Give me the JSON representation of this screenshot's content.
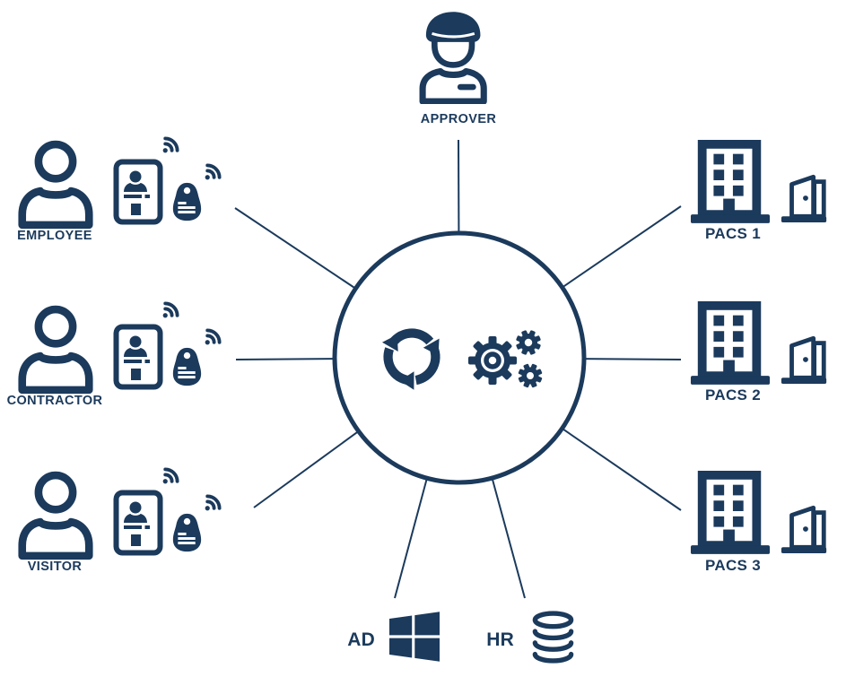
{
  "colors": {
    "primary": "#1b3a5c",
    "background": "#ffffff"
  },
  "hub": {
    "icons": [
      "recycle-icon",
      "gears-icon"
    ]
  },
  "approver": {
    "label": "APPROVER",
    "icon": "security-guard-icon"
  },
  "identities": [
    {
      "label": "EMPLOYEE",
      "icons": [
        "person-icon",
        "id-badge-icon",
        "wifi-icon",
        "key-fob-icon",
        "wifi-icon"
      ]
    },
    {
      "label": "CONTRACTOR",
      "icons": [
        "person-icon",
        "id-badge-icon",
        "wifi-icon",
        "key-fob-icon",
        "wifi-icon"
      ]
    },
    {
      "label": "VISITOR",
      "icons": [
        "person-icon",
        "id-badge-icon",
        "wifi-icon",
        "key-fob-icon",
        "wifi-icon"
      ]
    }
  ],
  "pacs": [
    {
      "label": "PACS 1",
      "icons": [
        "building-icon",
        "open-door-icon"
      ]
    },
    {
      "label": "PACS 2",
      "icons": [
        "building-icon",
        "open-door-icon"
      ]
    },
    {
      "label": "PACS 3",
      "icons": [
        "building-icon",
        "open-door-icon"
      ]
    }
  ],
  "sources": [
    {
      "label": "AD",
      "icon": "windows-icon"
    },
    {
      "label": "HR",
      "icon": "database-icon"
    }
  ]
}
